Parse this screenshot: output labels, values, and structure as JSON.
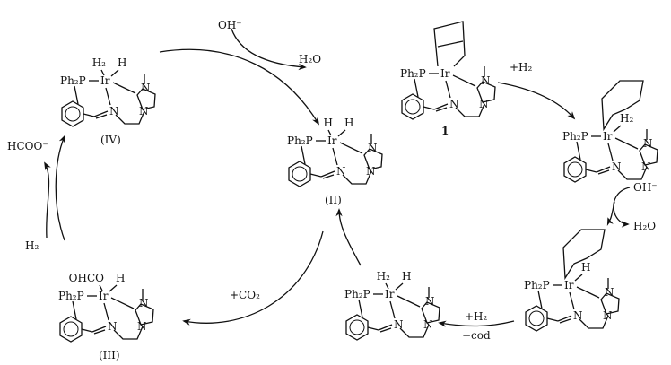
{
  "complexes": [
    {
      "id": "IV",
      "label": "(IV)",
      "ligand_left": "H₂",
      "ligand_right": "H",
      "cod": false
    },
    {
      "id": "II",
      "label": "(II)",
      "ligand_left": "H",
      "ligand_right": "H",
      "cod": false
    },
    {
      "id": "1",
      "label": "1",
      "ligand_left": "",
      "ligand_right": "",
      "cod": "chelating"
    },
    {
      "id": "cod-H2",
      "label": "",
      "ligand_left": "",
      "ligand_right": "H₂",
      "cod": "monodentate"
    },
    {
      "id": "cod-H",
      "label": "",
      "ligand_left": "",
      "ligand_right": "H",
      "cod": "monodentate"
    },
    {
      "id": "H2-H",
      "label": "",
      "ligand_left": "H₂",
      "ligand_right": "H",
      "cod": false
    },
    {
      "id": "III",
      "label": "(III)",
      "ligand_left": "OHCO",
      "ligand_right": "H",
      "cod": false
    }
  ],
  "atoms": {
    "phosphine": "Ph₂P",
    "metal": "Ir",
    "nitrogen": "N"
  },
  "reagents": {
    "top_in": "OH⁻",
    "top_out": "H₂O",
    "right_in": "+H₂",
    "right2_in": "OH⁻",
    "right2_out": "H₂O",
    "bottom_add": "+H₂",
    "bottom_remove": "−cod",
    "co2": "+CO₂",
    "left_in": "H₂",
    "left_out": "HCOO⁻"
  }
}
